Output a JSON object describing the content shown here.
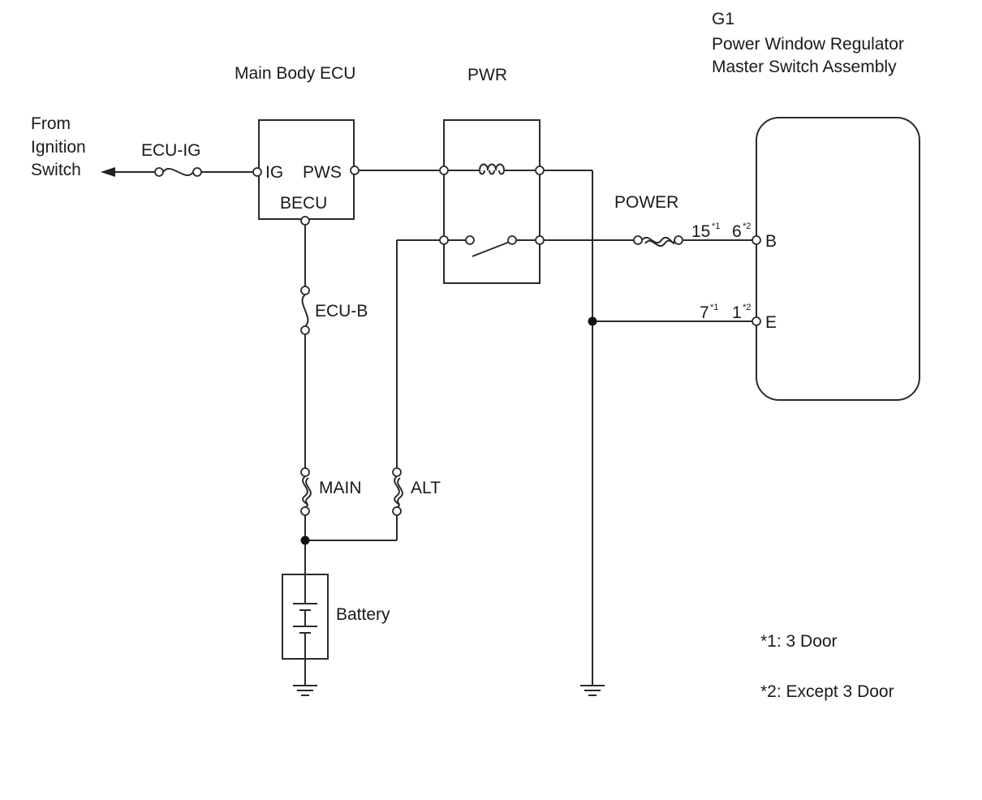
{
  "component": {
    "code": "G1",
    "line1": "Power Window Regulator",
    "line2": "Master Switch Assembly",
    "pin_b": "B",
    "pin_e": "E"
  },
  "ecu": {
    "title": "Main Body ECU",
    "ig": "IG",
    "pws": "PWS",
    "becu": "BECU"
  },
  "relay": {
    "title": "PWR"
  },
  "source": {
    "line1": "From",
    "line2": "Ignition",
    "line3": "Switch"
  },
  "fuses": {
    "ecu_ig": "ECU-IG",
    "ecu_b": "ECU-B",
    "power": "POWER",
    "main": "MAIN",
    "alt": "ALT"
  },
  "pins": {
    "b_a": "15",
    "b_a_sup": "*1",
    "b_b": "6",
    "b_b_sup": "*2",
    "e_a": "7",
    "e_a_sup": "*1",
    "e_b": "1",
    "e_b_sup": "*2"
  },
  "battery": {
    "label": "Battery"
  },
  "notes": {
    "n1": "*1: 3 Door",
    "n2": "*2: Except 3 Door"
  }
}
